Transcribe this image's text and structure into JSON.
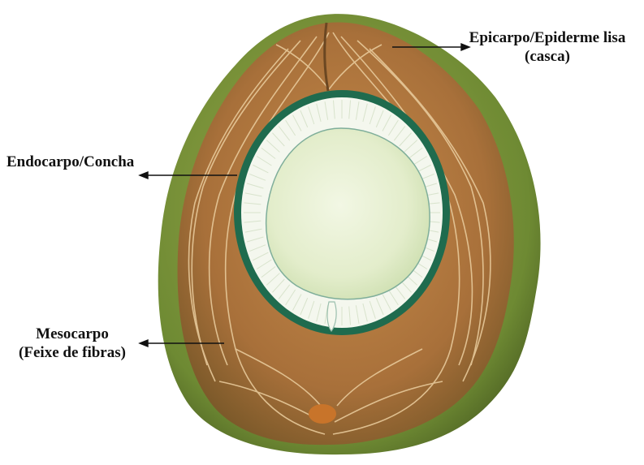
{
  "diagram": {
    "labels": {
      "epicarp": {
        "line1": "Epicarpo/Epiderme lisa",
        "line2": "(casca)"
      },
      "endocarp": {
        "line1": "Endocarpo/Concha"
      },
      "mesocarp": {
        "line1": "Mesocarpo",
        "line2": "(Feixe de fibras)"
      }
    },
    "colors": {
      "husk_outer": "#7f8a2e",
      "husk_green": "#6f8a35",
      "fiber_brown": "#b77b3f",
      "fiber_light": "#e7c99a",
      "shell": "#1f6b4e",
      "white_meat": "#f4f7ee",
      "endosperm_center": "#e9f1d6",
      "arrow": "#111111"
    }
  }
}
